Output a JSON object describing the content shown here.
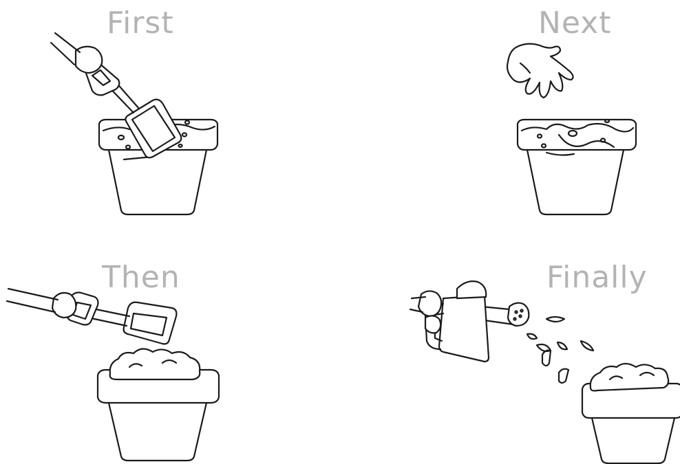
{
  "steps": [
    {
      "label": "First"
    },
    {
      "label": "Next"
    },
    {
      "label": "Then"
    },
    {
      "label": "Finally"
    }
  ]
}
